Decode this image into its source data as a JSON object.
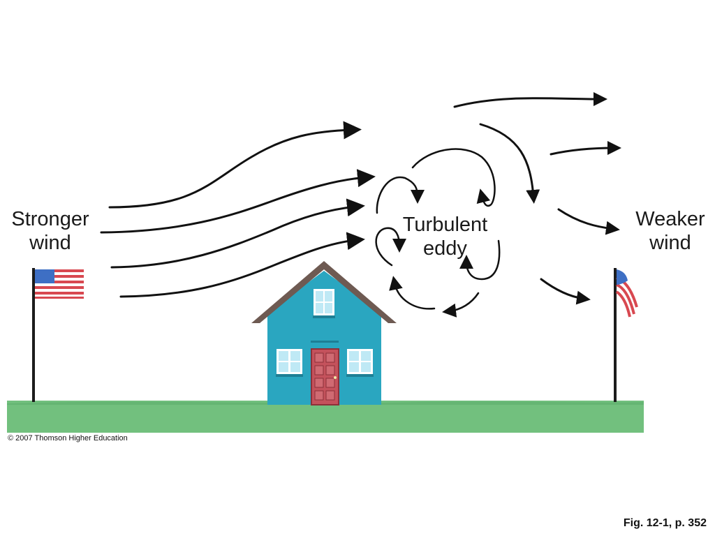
{
  "labels": {
    "stronger_line1": "Stronger",
    "stronger_line2": "wind",
    "turbulent_line1": "Turbulent",
    "turbulent_line2": "eddy",
    "weaker_line1": "Weaker",
    "weaker_line2": "wind"
  },
  "copyright": "© 2007 Thomson Higher Education",
  "figure_ref": "Fig. 12-1, p. 352",
  "icons": [
    "flag-icon",
    "house-icon",
    "arrow-icon"
  ],
  "colors": {
    "ground": "#72c07e",
    "house_wall": "#2aa6c0",
    "house_roof": "#6e5a52",
    "door": "#c4525c",
    "window_glass": "#bfe9f5",
    "arrow": "#111111",
    "flag_red": "#d84850",
    "flag_blue": "#3e6fc4"
  }
}
